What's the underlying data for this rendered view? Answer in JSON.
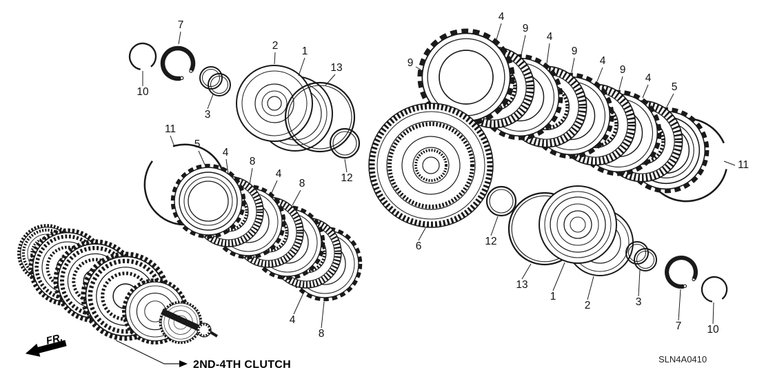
{
  "diagram": {
    "assembly_label": "2ND-4TH CLUTCH",
    "drawing_code": "SLN4A0410",
    "front_label": "FR.",
    "colors": {
      "ink": "#1a1a1a",
      "background": "#ffffff"
    },
    "callouts": [
      {
        "label": "7"
      },
      {
        "label": "10"
      },
      {
        "label": "3"
      },
      {
        "label": "2"
      },
      {
        "label": "1"
      },
      {
        "label": "13"
      },
      {
        "label": "12"
      },
      {
        "label": "11"
      },
      {
        "label": "5"
      },
      {
        "label": "4"
      },
      {
        "label": "8"
      },
      {
        "label": "4"
      },
      {
        "label": "8"
      },
      {
        "label": "4"
      },
      {
        "label": "8"
      },
      {
        "label": "9"
      },
      {
        "label": "4"
      },
      {
        "label": "9"
      },
      {
        "label": "4"
      },
      {
        "label": "9"
      },
      {
        "label": "4"
      },
      {
        "label": "9"
      },
      {
        "label": "4"
      },
      {
        "label": "5"
      },
      {
        "label": "11"
      },
      {
        "label": "6"
      },
      {
        "label": "12"
      },
      {
        "label": "13"
      },
      {
        "label": "1"
      },
      {
        "label": "2"
      },
      {
        "label": "3"
      },
      {
        "label": "7"
      },
      {
        "label": "10"
      }
    ]
  }
}
